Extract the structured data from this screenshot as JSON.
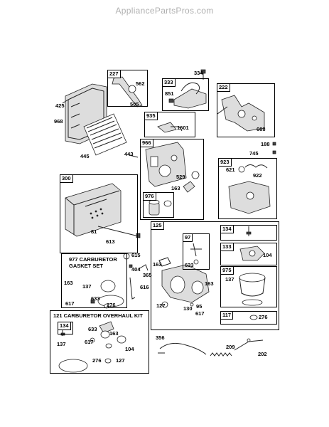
{
  "site": {
    "watermark": "AppliancePartsPros.com"
  },
  "boxes": {
    "b227": "227",
    "b333": "333",
    "b222": "222",
    "b935": "935",
    "b966": "966",
    "b976": "976",
    "b300": "300",
    "b923": "923",
    "b125": "125",
    "b97": "97",
    "b134a": "134",
    "b133": "133",
    "b975": "975",
    "b117": "117",
    "b134b": "134"
  },
  "kits": {
    "gasket_set": "977 CARBURETOR\nGASKET SET",
    "overhaul_kit": "121 CARBURETOR OVERHAUL KIT"
  },
  "labels": {
    "p425": "425",
    "p968": "968",
    "p445": "445",
    "p562": "562",
    "p505": "505",
    "p334": "334",
    "p851": "851",
    "p668": "668",
    "p1601": "1601",
    "p443": "443",
    "p529": "529",
    "p163a": "163",
    "p188": "188",
    "p745": "745",
    "p621": "621",
    "p922": "922",
    "p81": "81",
    "p613": "613",
    "p615": "615",
    "p404": "404",
    "p365": "365",
    "p616": "616",
    "p163b": "163",
    "p633a": "633",
    "p104a": "104",
    "p137a": "137",
    "p163c": "163",
    "p127a": "127",
    "p130": "130",
    "p95": "95",
    "p617a": "617",
    "p276a": "276",
    "p163d": "163",
    "p137b": "137",
    "p617b": "617",
    "p633b": "633",
    "p276b": "276",
    "p633c": "633",
    "p163e": "163",
    "p137c": "137",
    "p617c": "617",
    "p104b": "104",
    "p276c": "276",
    "p127b": "127",
    "p356": "356",
    "p209": "209",
    "p202": "202"
  }
}
